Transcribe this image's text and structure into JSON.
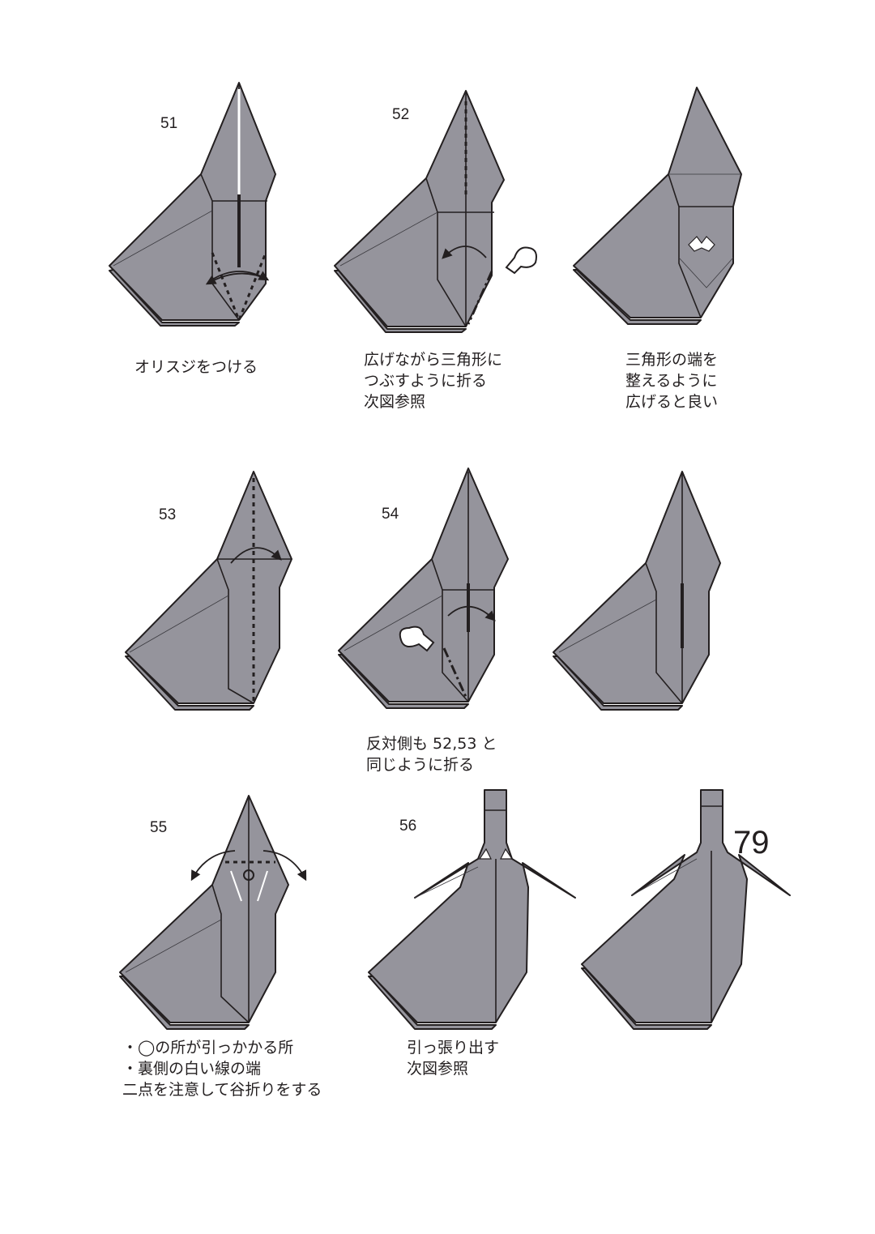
{
  "steps": [
    {
      "number": "51",
      "caption": [
        "オリスジをつける"
      ]
    },
    {
      "number": "52",
      "caption": [
        "広げながら三角形に",
        "つぶすように折る",
        "次図参照"
      ]
    },
    {
      "number": "",
      "caption": [
        "三角形の端を",
        "整えるように",
        "広げると良い"
      ]
    },
    {
      "number": "53",
      "caption": []
    },
    {
      "number": "54",
      "caption": [
        "反対側も 52,53 と",
        "同じように折る"
      ]
    },
    {
      "number": "55",
      "caption": [
        "・◯の所が引っかかる所",
        "・裏側の白い線の端",
        "二点を注意して谷折りをする"
      ]
    },
    {
      "number": "56",
      "caption": [
        "引っ張り出す",
        "次図参照"
      ]
    }
  ],
  "page_number": "79",
  "colors": {
    "paper": "#95949c",
    "line": "#231f20",
    "background": "#ffffff"
  },
  "icons": [
    "valley-fold-arrow",
    "squash-fold-cloud-arrow",
    "open-out-arrow",
    "pull-out-arrow"
  ]
}
